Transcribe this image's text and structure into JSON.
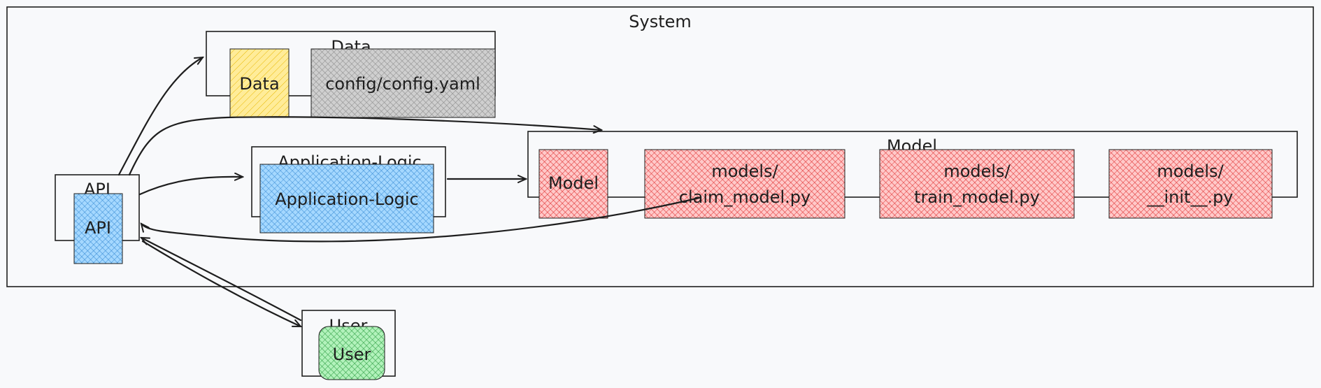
{
  "groups": {
    "system": "System",
    "data": "Data",
    "model": "Model",
    "api": "API",
    "app_logic": "Application-Logic",
    "user": "User"
  },
  "nodes": {
    "data": "Data",
    "config": "config/config.yaml",
    "app_logic": "Application-Logic",
    "api": "API",
    "model": "Model",
    "claim_model": [
      "models/",
      "claim_model.py"
    ],
    "train_model": [
      "models/",
      "train_model.py"
    ],
    "init": [
      "models/",
      "__init__.py"
    ],
    "user": "User"
  },
  "colors": {
    "data": "#ffec99",
    "config": "#cfcfcf",
    "app_logic": "#a5d8ff",
    "api": "#a5d8ff",
    "model": "#ffc9c9",
    "user": "#b2f2bb",
    "hatch_data": "#e8b800",
    "hatch_config": "#8a8a8a",
    "hatch_blue": "#3d8fd6",
    "hatch_red": "#e03131",
    "hatch_green": "#2f9e44"
  },
  "edges": [
    {
      "from": "api",
      "to": "data"
    },
    {
      "from": "api",
      "to": "model"
    },
    {
      "from": "api",
      "to": "app_logic"
    },
    {
      "from": "app_logic",
      "to": "model"
    },
    {
      "from": "model",
      "to": "api"
    },
    {
      "from": "user",
      "to": "api"
    },
    {
      "from": "api",
      "to": "user"
    }
  ]
}
